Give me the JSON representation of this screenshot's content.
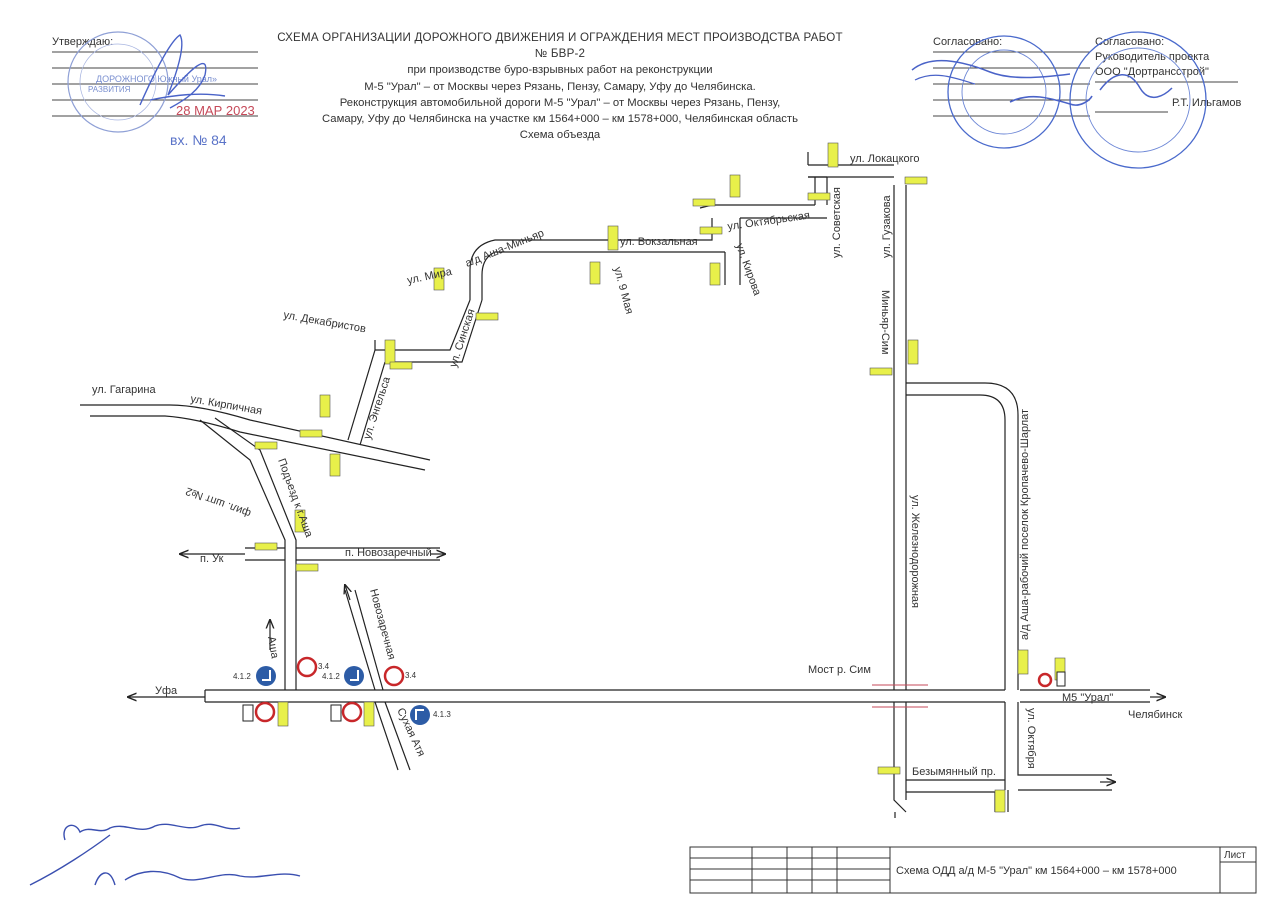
{
  "header": {
    "approve_label": "Утверждаю:",
    "agreed_label": "Согласовано:",
    "agreed2_label": "Согласовано:",
    "manager_title_1": "Руководитель проекта",
    "manager_title_2": "ООО \"Дортрансстрой\"",
    "manager_name": "Р.Т. Ильгамов",
    "stamp_date": "28 МАР 2023",
    "stamp_in": "вх. № 84",
    "stamp_org": "ДОРОЖНОГО Южный Урал»",
    "stamp_hw": "РАЗВИТИЯ"
  },
  "title": {
    "line1": "СХЕМА ОРГАНИЗАЦИИ ДОРОЖНОГО ДВИЖЕНИЯ И ОГРАЖДЕНИЯ МЕСТ ПРОИЗВОДСТВА РАБОТ",
    "line2": "№ БВР-2",
    "line3": "при производстве буро-взрывных работ на реконструкции",
    "line4": "М-5 \"Урал\" – от Москвы через Рязань, Пензу, Самару, Уфу до Челябинска.",
    "line5": "Реконструкция автомобильной дороги М-5 \"Урал\" – от Москвы через Рязань, Пензу,",
    "line6": "Самару, Уфу до Челябинска на участке км 1564+000 – км 1578+000, Челябинская область",
    "line7": "Схема объезда"
  },
  "streets": {
    "lokatsky": "ул. Локацкого",
    "sovetskaya": "ул. Советская",
    "guzakova": "ул. Гузакова",
    "oktyabrskaya": "ул. Октябрьская",
    "kirova": "ул. Кирова",
    "vokzalnaya": "ул. Вокзальная",
    "asha_minyar": "а/д Аша-Миньяр",
    "maya": "ул. 9 Мая",
    "mira": "ул. Мира",
    "sinskaya": "ул. Синская",
    "dekabristov": "ул. Декабристов",
    "engelsa": "ул. Энгельса",
    "gagarina": "ул. Гагарина",
    "kirpichnaya": "ул. Кирпичная",
    "podezd": "Подъезд к г.Аша",
    "ship": "фил. шпт №2",
    "uk": "п. Ук",
    "novozarechny": "п. Новозаречный",
    "novozarechnaya": "Новозаречная",
    "minyar_sim": "Миньяр-Сим",
    "zheleznodorozhnaya": "ул. Железнодорожная",
    "kropachevo": "а/д Аша-рабочий поселок Кропачево-Шарлат",
    "most_sim": "Мост р. Сим",
    "m5": "М5 \"Урал\"",
    "chelyabinsk": "Челябинск",
    "ufa": "Уфа",
    "asha": "Аша",
    "sukhaya": "Сухая Атя",
    "bezymyanny": "Безымянный пр.",
    "oktyabrya": "ул. Октября"
  },
  "signs": {
    "s412": "4.1.2",
    "s34": "3.4",
    "s413": "4.1.3",
    "s4121": "4.1.2"
  },
  "stamp_box": {
    "caption": "Схема ОДД а/д М-5 \"Урал\" км 1564+000 – км 1578+000",
    "sheet_label": "Лист"
  },
  "colors": {
    "sign_yellow": "#e8f04a",
    "sign_blue": "#2d5ca6",
    "sign_red": "#c8272a",
    "stamp_blue": "#3a5cc4",
    "stamp_red": "#c64a5a",
    "road": "#222222"
  }
}
